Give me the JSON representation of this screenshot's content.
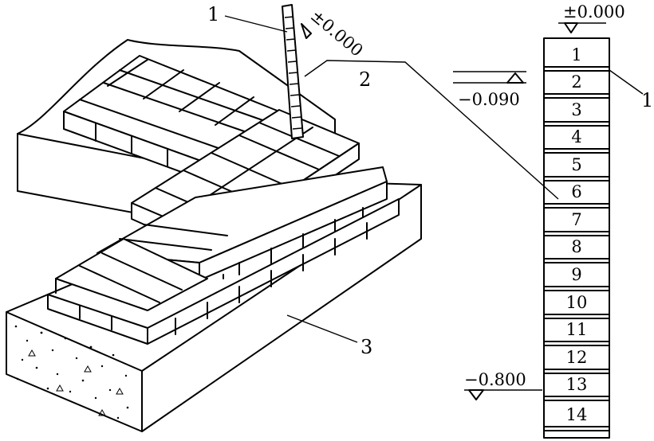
{
  "labels": {
    "callout_1_left": "1",
    "callout_2": "2",
    "callout_3": "3",
    "callout_1_right": "1",
    "rod_elevation": "±0.000"
  },
  "pole": {
    "top_elevation": "±0.000",
    "mid_elevation": "−0.090",
    "bottom_elevation": "−0.800",
    "courses": [
      "1",
      "2",
      "3",
      "4",
      "5",
      "6",
      "7",
      "8",
      "9",
      "10",
      "11",
      "12",
      "13",
      "14"
    ]
  }
}
